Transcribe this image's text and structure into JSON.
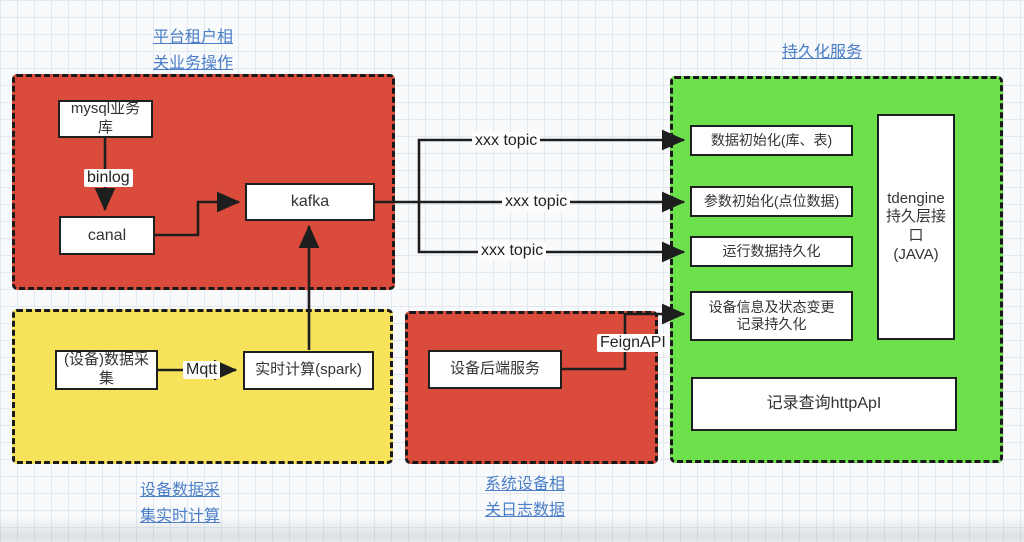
{
  "diagram": {
    "section_labels": {
      "platform_ops": "平台租户相\n关业务操作",
      "persistence_service": "持久化服务",
      "device_collect": "设备数据采\n集实时计算",
      "system_logs": "系统设备相\n关日志数据"
    },
    "nodes": {
      "mysql": "mysql业务\n库",
      "canal": "canal",
      "kafka": "kafka",
      "collector": "(设备)数据采\n集",
      "spark": "实时计算(spark)",
      "backend": "设备后端服务",
      "init_db": "数据初始化(库、表)",
      "init_param": "参数初始化(点位数据)",
      "runtime_persist": "运行数据持久化",
      "device_status": "设备信息及状态变更\n记录持久化",
      "record_query": "记录查询httpApI",
      "tdengine": "tdengine\n持久层接\n口\n(JAVA)"
    },
    "edge_labels": {
      "binlog": "binlog",
      "mqtt": "Mqtt",
      "feign_api": "FeignAPI",
      "topic_1": "xxx topic",
      "topic_2": "xxx topic",
      "topic_3": "xxx topic"
    },
    "colors": {
      "group_red": "#DB4B3B",
      "group_yellow": "#F6E35B",
      "group_green": "#6CE14B",
      "link_blue": "#4A7EC7",
      "wire": "#1E1E1E"
    }
  }
}
